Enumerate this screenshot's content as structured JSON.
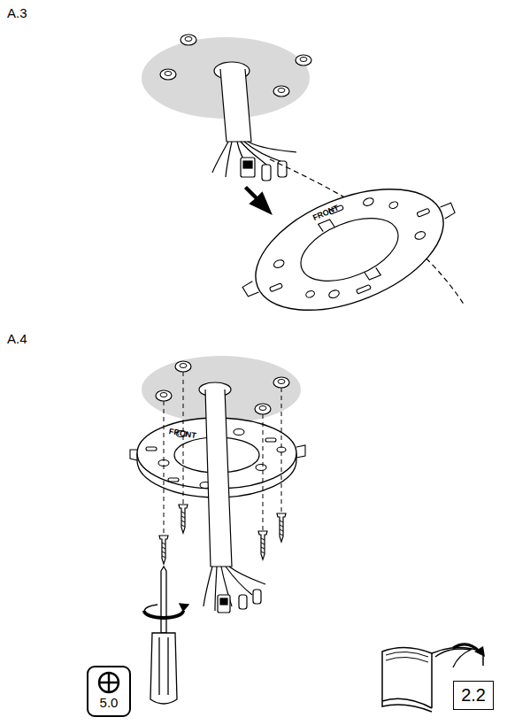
{
  "diagram": {
    "nodes": [
      {
        "text": [
          "5.0"
        ]
      },
      {
        "text": [
          "2.2"
        ]
      }
    ],
    "labels": [
      "A.3",
      "FRONT",
      "A.4",
      "FRONT"
    ]
  }
}
